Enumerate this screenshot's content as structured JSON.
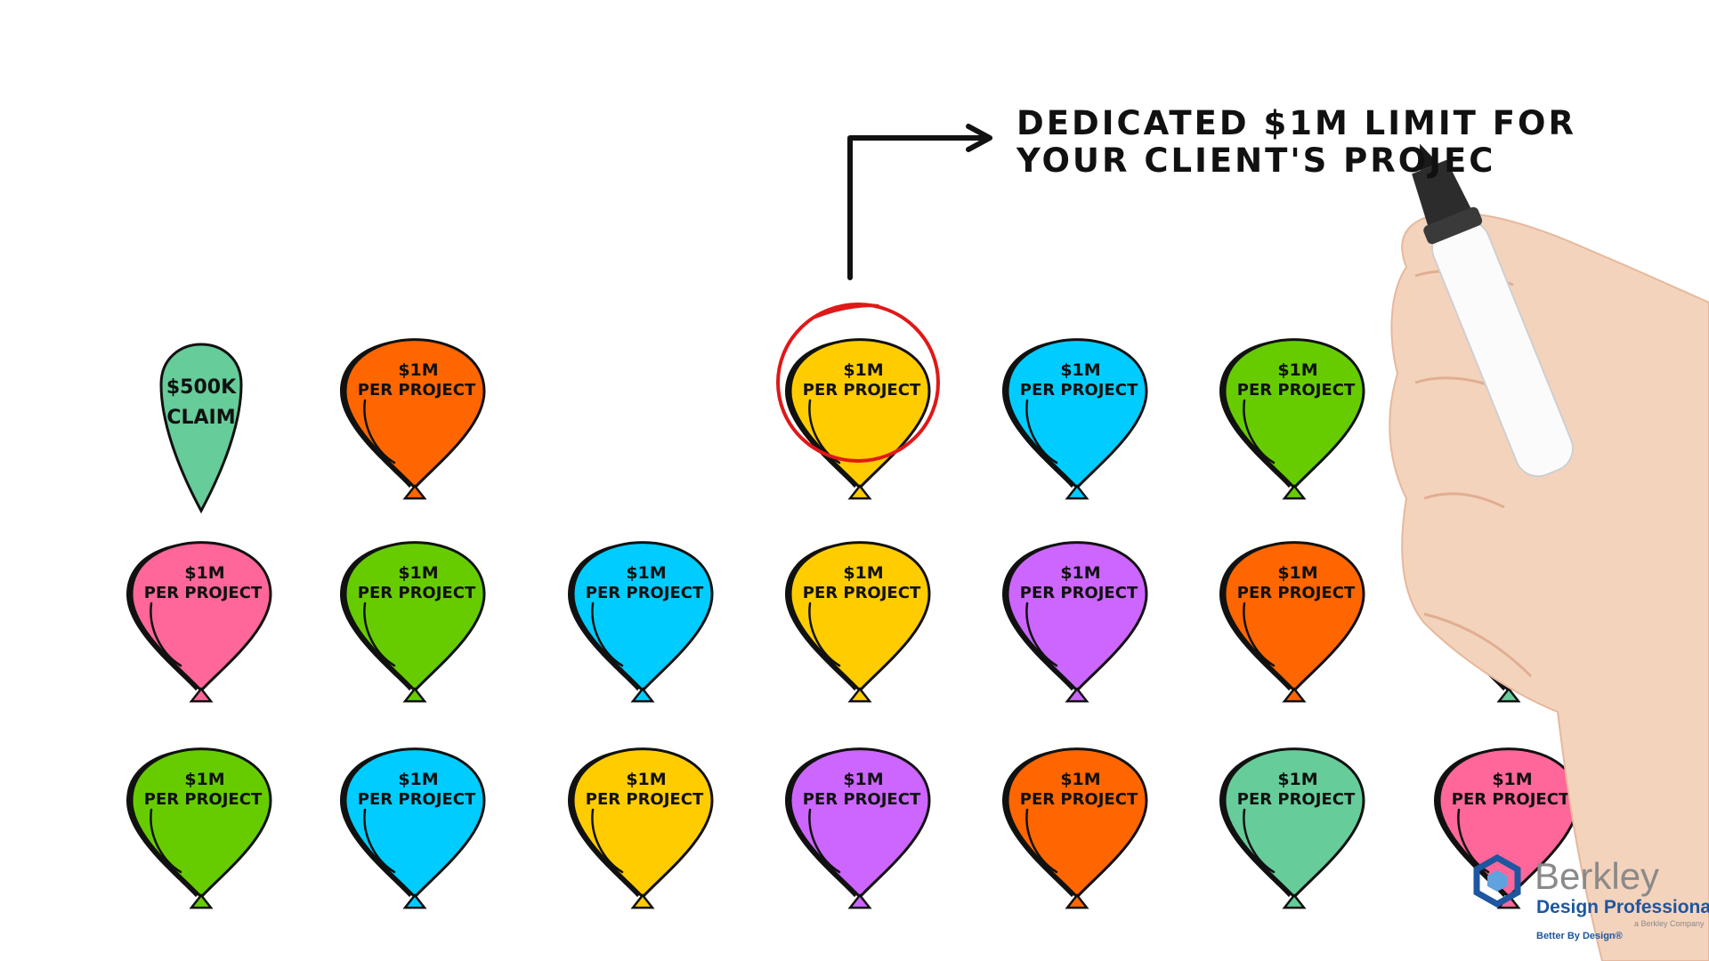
{
  "callout": {
    "line1": "Dedicated $1M limit for",
    "line2": "your client's projec"
  },
  "balloon_texts": {
    "limit_line1": "$1M",
    "limit_line2": "PER PROJECT",
    "claim_line1": "$500K",
    "claim_line2": "CLAIM"
  },
  "colors": {
    "orange": "#ff6600",
    "yellow": "#ffcc00",
    "blue": "#00ccff",
    "green": "#66cc00",
    "pink": "#ff6699",
    "purple": "#cc66ff",
    "teal": "#66cc99",
    "highlight": "#e01818",
    "ink": "#111111"
  },
  "balloons": [
    {
      "row": 1,
      "col": 2,
      "color": "orange",
      "kind": "limit"
    },
    {
      "row": 1,
      "col": 4,
      "color": "yellow",
      "kind": "limit",
      "highlighted": true
    },
    {
      "row": 1,
      "col": 5,
      "color": "blue",
      "kind": "limit"
    },
    {
      "row": 1,
      "col": 6,
      "color": "green",
      "kind": "limit"
    },
    {
      "row": 2,
      "col": 1,
      "color": "pink",
      "kind": "limit"
    },
    {
      "row": 2,
      "col": 2,
      "color": "green",
      "kind": "limit"
    },
    {
      "row": 2,
      "col": 3,
      "color": "blue",
      "kind": "limit"
    },
    {
      "row": 2,
      "col": 4,
      "color": "yellow",
      "kind": "limit"
    },
    {
      "row": 2,
      "col": 5,
      "color": "purple",
      "kind": "limit"
    },
    {
      "row": 2,
      "col": 6,
      "color": "orange",
      "kind": "limit"
    },
    {
      "row": 2,
      "col": 7,
      "color": "teal",
      "kind": "limit"
    },
    {
      "row": 3,
      "col": 1,
      "color": "green",
      "kind": "limit"
    },
    {
      "row": 3,
      "col": 2,
      "color": "blue",
      "kind": "limit"
    },
    {
      "row": 3,
      "col": 3,
      "color": "yellow",
      "kind": "limit"
    },
    {
      "row": 3,
      "col": 4,
      "color": "purple",
      "kind": "limit"
    },
    {
      "row": 3,
      "col": 5,
      "color": "orange",
      "kind": "limit"
    },
    {
      "row": 3,
      "col": 6,
      "color": "teal",
      "kind": "limit"
    },
    {
      "row": 3,
      "col": 7,
      "color": "pink",
      "kind": "limit"
    }
  ],
  "claim_balloon": {
    "color": "teal",
    "kind": "claim"
  },
  "logo": {
    "name": "Berkley",
    "subtitle": "Design Professional",
    "small": "a Berkley Company",
    "tagline": "Better By Design®"
  },
  "hand": {
    "icon": "hand-holding-marker-icon"
  }
}
